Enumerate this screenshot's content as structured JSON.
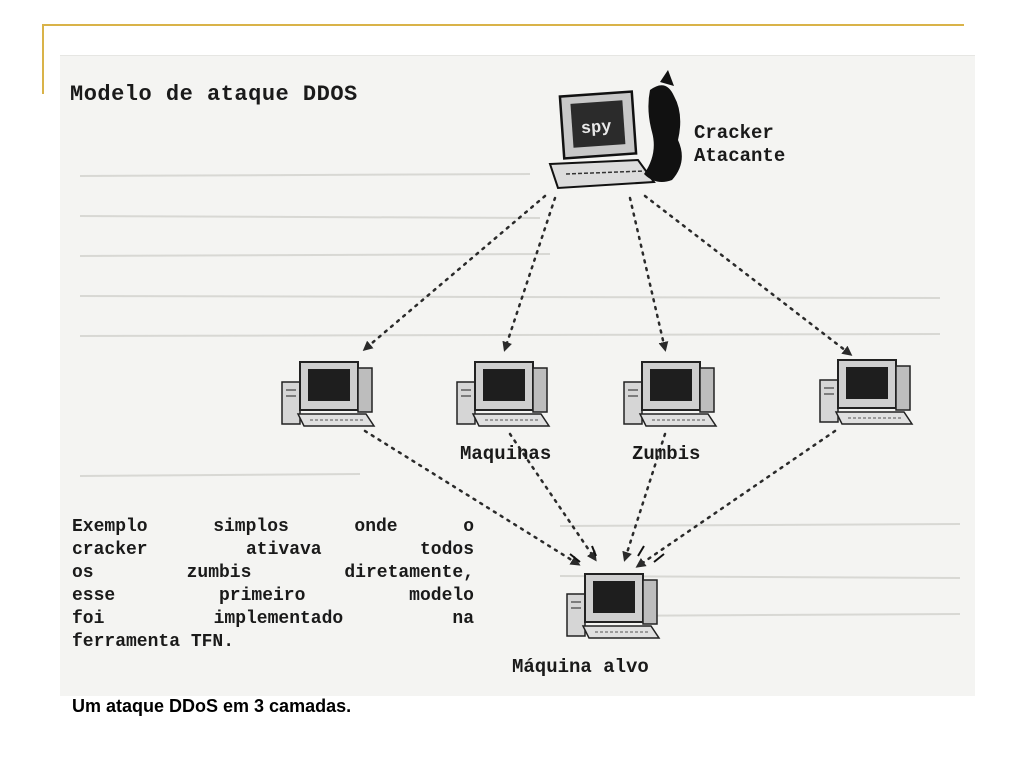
{
  "diagram": {
    "title": "Modelo de ataque DDOS",
    "attacker": {
      "screen_text": "spy",
      "label_lines": [
        "Cracker",
        "Atacante"
      ]
    },
    "zombies": {
      "label_left": "Maquinas",
      "label_right": "Zumbis",
      "count": 4
    },
    "target": {
      "label": "Máquina alvo"
    },
    "description_lines": [
      "Exemplo simplos onde o",
      "cracker ativava todos",
      "os zumbis diretamente,",
      "esse primeiro modelo",
      "foi implementado na",
      "ferramenta TFN."
    ]
  },
  "caption": "Um ataque DDoS em 3 camadas.",
  "colors": {
    "frame_accent": "#d9b349",
    "ink": "#1a1a1a",
    "scan_background": "#f4f4f2"
  }
}
